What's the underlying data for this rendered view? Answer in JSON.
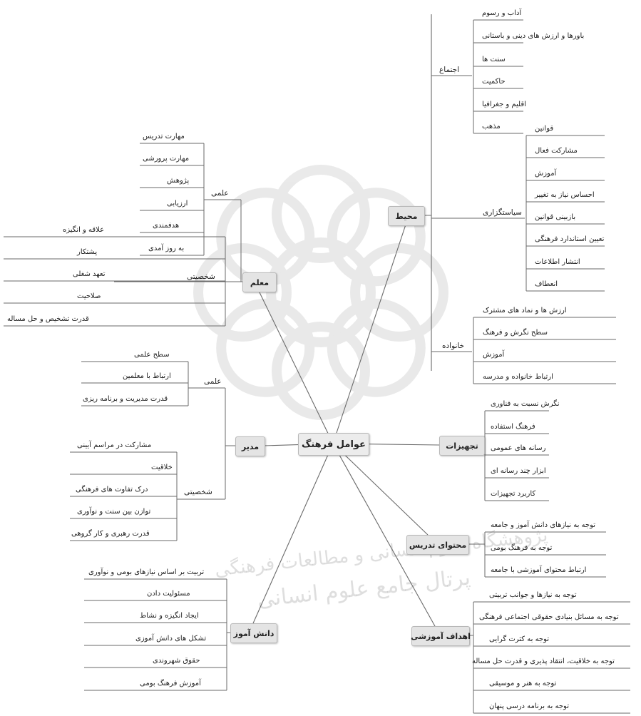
{
  "root": "عوامل فرهنگ",
  "branches": {
    "environment": {
      "title": "محیط",
      "social": {
        "title": "اجتماع",
        "items": [
          "آداب و رسوم",
          "باورها و ارزش های دینی و باستانی",
          "سنت ها",
          "حاکمیت",
          "اقلیم و جغرافیا",
          "مذهب"
        ]
      },
      "policy": {
        "title": "سیاستگزاری",
        "items": [
          "قوانین",
          "مشارکت فعال",
          "آموزش",
          "احساس نیاز به تغییر",
          "بازبینی قوانین",
          "تعیین استاندارد فرهنگی",
          "انتشار اطلاعات",
          "انعطاف"
        ]
      },
      "family": {
        "title": "خانواده",
        "items": [
          "ارزش ها و نماد های مشترک",
          "سطح نگرش و فرهنگ",
          "آموزش",
          "ارتباط خانواده و مدرسه"
        ]
      }
    },
    "equipment": {
      "title": "تجهیزات",
      "items": [
        "نگرش نسبت به فناوری",
        "فرهنگ استفاده",
        "رسانه های عمومی",
        "ابزار چند رسانه ای",
        "کاربرد تجهیزات"
      ]
    },
    "content": {
      "title": "محتوای تدریس",
      "items": [
        "توجه به نیازهای دانش آموز و جامعه",
        "توجه به فرهنگ بومی",
        "ارتباط محتوای آموزشی با جامعه"
      ]
    },
    "goals": {
      "title": "اهداف آموزشی",
      "items": [
        "توجه به نیازها و جوانب تربیتی",
        "توجه به مسائل بنیادی حقوقی اجتماعی فرهنگی",
        "توجه به کثرت گرایی",
        "توجه به خلاقیت، انتقاد پذیری و قدرت حل مساله",
        "توجه به هنر و موسیقی",
        "توجه به برنامه درسی پنهان"
      ]
    },
    "teacher": {
      "title": "معلم",
      "scientific": {
        "title": "علمی",
        "items": [
          "مهارت تدریس",
          "مهارت پرورشی",
          "پژوهش",
          "ارزیابی",
          "هدفمندی",
          "به روز آمدی"
        ]
      },
      "personality": {
        "title": "شخصیتی",
        "items": [
          "علاقه و انگیزه",
          "پشتکار",
          "تعهد شغلی",
          "صلاحیت",
          "قدرت تشخیص و حل مساله"
        ]
      }
    },
    "manager": {
      "title": "مدیر",
      "scientific": {
        "title": "علمی",
        "items": [
          "سطح علمی",
          "ارتباط با معلمین",
          "قدرت مدیریت و برنامه ریزی"
        ]
      },
      "personality": {
        "title": "شخصیتی",
        "items": [
          "مشارکت در مراسم آیینی",
          "خلاقیت",
          "درک تفاوت های فرهنگی",
          "توازن بین سنت و نوآوری",
          "قدرت رهبری و کار گروهی"
        ]
      }
    },
    "student": {
      "title": "دانش آموز",
      "items": [
        "تربیت بر اساس نیازهای بومی و نوآوری",
        "مسئولیت دادن",
        "ایجاد انگیزه و نشاط",
        "تشکل های دانش آموزی",
        "حقوق شهروندی",
        "آموزش فرهنگ بومی"
      ]
    }
  },
  "watermark": {
    "line1": "پژوهشگاه علوم انسانی و مطالعات فرهنگی",
    "line2": "پرتال جامع علوم انسانی"
  },
  "colors": {
    "line": "#6a6a6a",
    "box": "#e4e4e4"
  }
}
